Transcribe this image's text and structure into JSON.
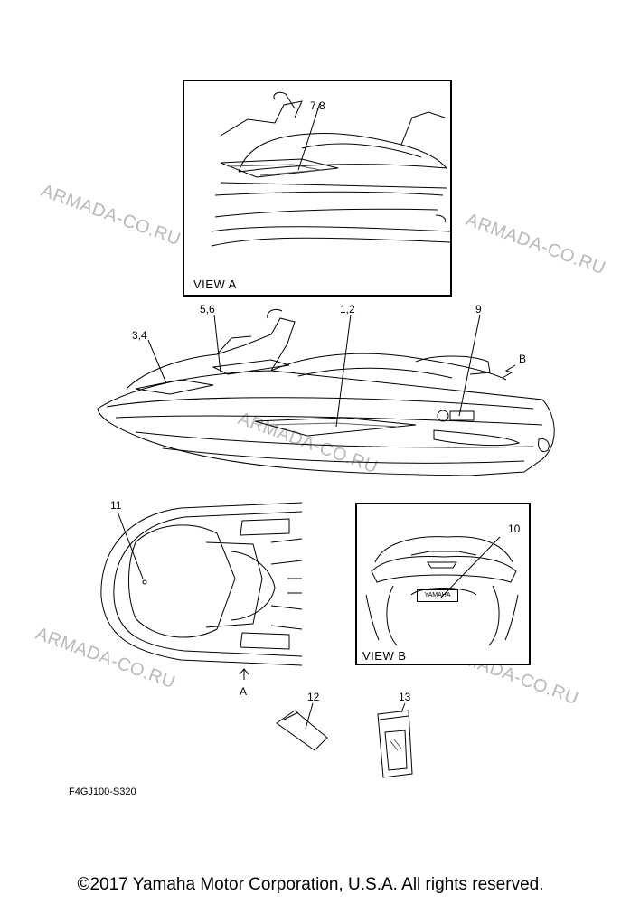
{
  "watermark": "ARMADA-CO.RU",
  "view_a": {
    "title": "VIEW A",
    "callout": "7,8"
  },
  "main_view": {
    "callouts": [
      "3,4",
      "5,6",
      "1,2",
      "9"
    ],
    "view_b_arrow": "B"
  },
  "top_view": {
    "callout": "11",
    "view_a_arrow": "A"
  },
  "view_b": {
    "title": "VIEW B",
    "callout": "10",
    "badge_text": "YAMAHA"
  },
  "parts": {
    "item12": "12",
    "item13": "13"
  },
  "diagram_code": "F4GJ100-S320",
  "copyright": "©2017 Yamaha Motor Corporation, U.S.A. All rights reserved."
}
